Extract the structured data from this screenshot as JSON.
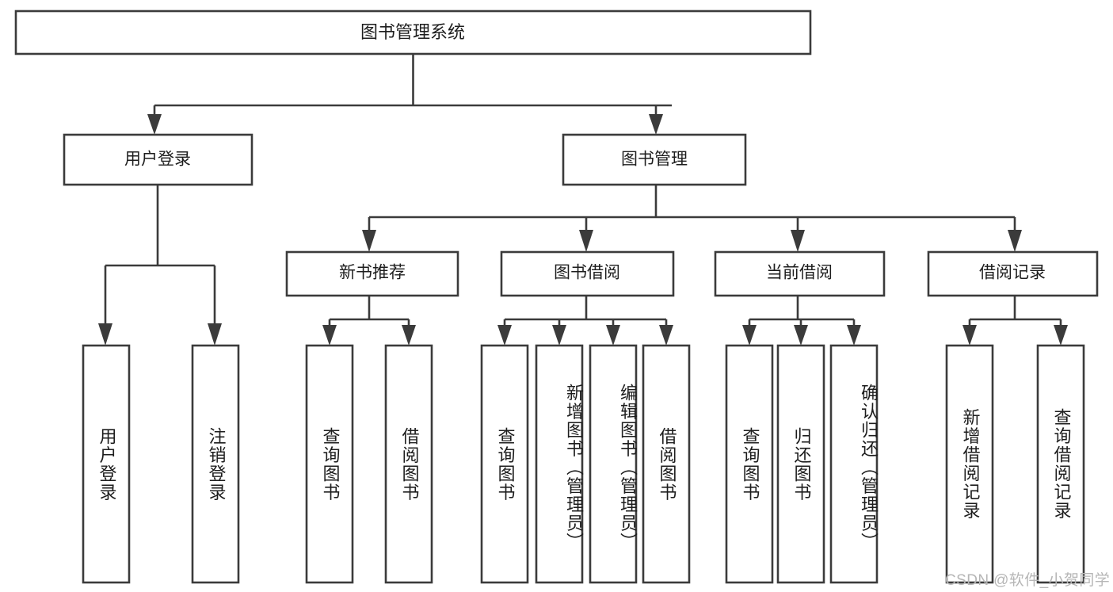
{
  "diagram": {
    "type": "hierarchy-tree",
    "title": "图书管理系统",
    "orientation": "top-down",
    "style": {
      "box_fill": "#ffffff",
      "box_stroke": "#3b3b3b",
      "text_color": "#1d1d1d",
      "watermark_color": "#b6b6b6",
      "background": "#ffffff"
    },
    "levels": {
      "level0": [
        {
          "id": "root",
          "label": "图书管理系统"
        }
      ],
      "level1": [
        {
          "id": "user-login",
          "label": "用户登录",
          "parent": "root"
        },
        {
          "id": "book-manage",
          "label": "图书管理",
          "parent": "root"
        }
      ],
      "level2": [
        {
          "id": "new-book-rec",
          "label": "新书推荐",
          "parent": "book-manage"
        },
        {
          "id": "book-borrow",
          "label": "图书借阅",
          "parent": "book-manage"
        },
        {
          "id": "current-borrow",
          "label": "当前借阅",
          "parent": "book-manage"
        },
        {
          "id": "borrow-record",
          "label": "借阅记录",
          "parent": "book-manage"
        }
      ],
      "level3": [
        {
          "id": "leaf-user-login",
          "label": "用户登录",
          "parent": "user-login"
        },
        {
          "id": "leaf-user-logout",
          "label": "注销登录",
          "parent": "user-login"
        },
        {
          "id": "leaf-query-book-rec",
          "label": "查询图书",
          "parent": "new-book-rec"
        },
        {
          "id": "leaf-borrow-book-rec",
          "label": "借阅图书",
          "parent": "new-book-rec"
        },
        {
          "id": "leaf-query-book-bb",
          "label": "查询图书",
          "parent": "book-borrow"
        },
        {
          "id": "leaf-add-book",
          "label": "新增图书（管理员）",
          "parent": "book-borrow"
        },
        {
          "id": "leaf-edit-book",
          "label": "编辑图书（管理员）",
          "parent": "book-borrow"
        },
        {
          "id": "leaf-borrow-book-bb",
          "label": "借阅图书",
          "parent": "book-borrow"
        },
        {
          "id": "leaf-query-book-cb",
          "label": "查询图书",
          "parent": "current-borrow"
        },
        {
          "id": "leaf-return-book",
          "label": "归还图书",
          "parent": "current-borrow"
        },
        {
          "id": "leaf-confirm-return",
          "label": "确认归还（管理员）",
          "parent": "current-borrow"
        },
        {
          "id": "leaf-add-record",
          "label": "新增借阅记录",
          "parent": "borrow-record"
        },
        {
          "id": "leaf-query-record",
          "label": "查询借阅记录",
          "parent": "borrow-record"
        }
      ]
    }
  },
  "watermark": {
    "text": "CSDN @软件_小贺同学"
  }
}
